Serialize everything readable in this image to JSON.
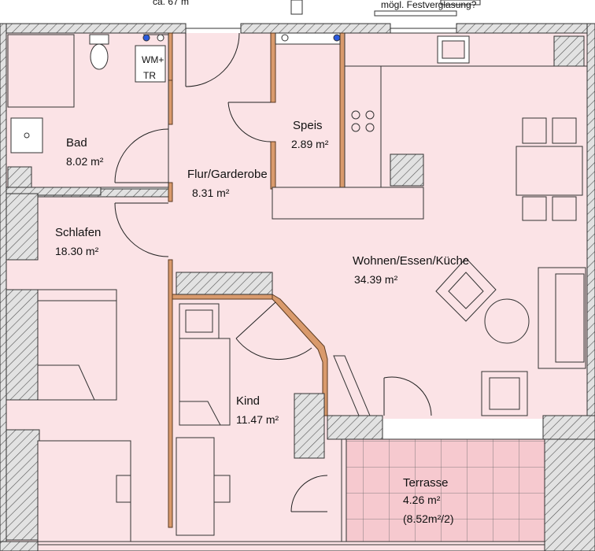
{
  "top_notes": {
    "left": "ca. 67 m",
    "right": "mögl. Festverglasung?"
  },
  "wm_label_1": "WM+",
  "wm_label_2": "TR",
  "rooms": {
    "bad": {
      "name": "Bad",
      "area": "8.02 m²"
    },
    "flur": {
      "name": "Flur/Garderobe",
      "area": "8.31 m²"
    },
    "speis": {
      "name": "Speis",
      "area": "2.89 m²"
    },
    "schlafen": {
      "name": "Schlafen",
      "area": "18.30 m²"
    },
    "wohnen": {
      "name": "Wohnen/Essen/Küche",
      "area": "34.39 m²"
    },
    "kind": {
      "name": "Kind",
      "area": "11.47 m²"
    },
    "terrasse": {
      "name": "Terrasse",
      "area": "4.26 m²",
      "note": "(8.52m²/2)"
    }
  },
  "colors": {
    "room_fill": "#fbe3e6",
    "wall": "#c8c8c8",
    "wall_line": "#333333",
    "partition": "#d99a6c",
    "terrace_fill": "#f6c9cf"
  }
}
